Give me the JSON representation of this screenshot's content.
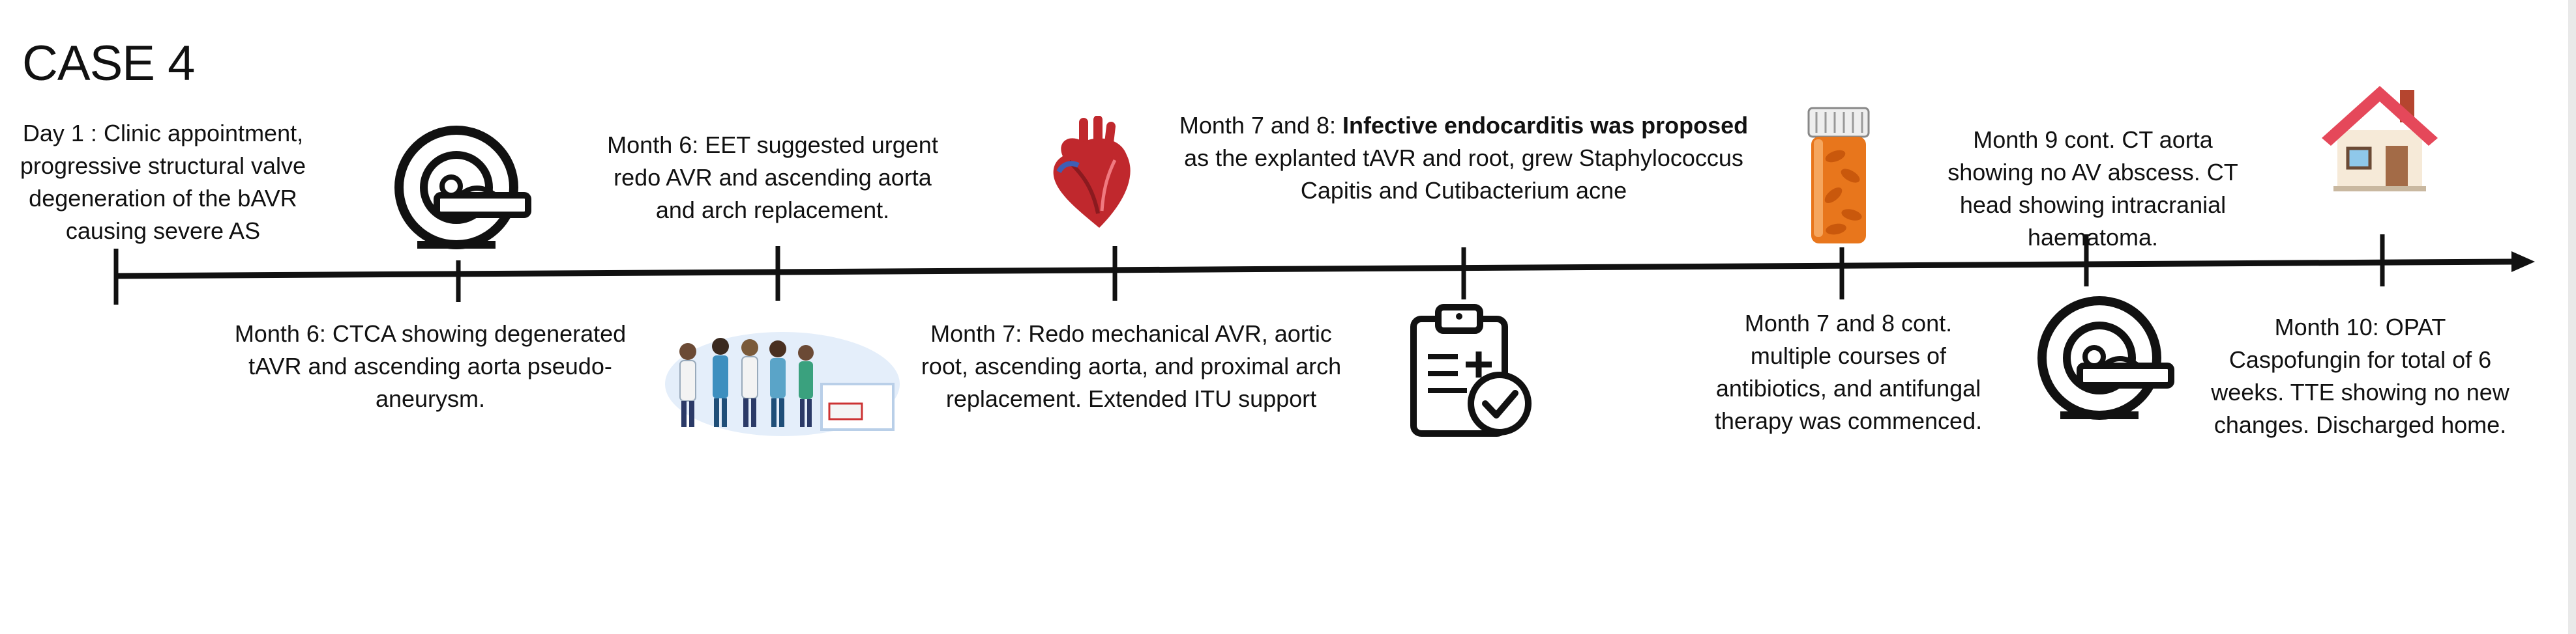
{
  "title": "CASE 4",
  "events": {
    "e1": [
      "Day 1 : Clinic appointment,",
      "progressive structural valve",
      "degeneration of the bAVR",
      "causing severe AS"
    ],
    "e2": [
      "Month 6: CTCA showing degenerated",
      "tAVR and ascending aorta  pseudo-",
      "aneurysm."
    ],
    "e3": [
      "Month 6: EET suggested urgent",
      "redo AVR and ascending aorta",
      "and arch replacement."
    ],
    "e4": [
      "Month 7: Redo mechanical AVR, aortic",
      "root, ascending aorta, and proximal arch",
      "replacement. Extended ITU support"
    ],
    "e5": {
      "lead": "Month 7 and 8: ",
      "bold": "Infective endocarditis was proposed",
      "rest": [
        "as the explanted tAVR and root, grew Staphylococcus",
        "Capitis and Cutibacterium acne"
      ]
    },
    "e6": [
      "Month 7 and 8 cont.",
      "multiple courses of",
      "antibiotics, and antifungal",
      "therapy was commenced."
    ],
    "e7": [
      "Month 9 cont. CT aorta",
      "showing no AV abscess. CT",
      "head showing intracranial",
      "haematoma."
    ],
    "e8": [
      "Month 10: OPAT",
      "Caspofungin for total of 6",
      "weeks. TTE showing no new",
      "changes. Discharged home."
    ]
  },
  "icons": [
    "ct-scanner-icon",
    "medical-team-icon",
    "heart-icon",
    "clipboard-check-icon",
    "pill-bottle-icon",
    "ct-scanner-icon",
    "house-icon"
  ],
  "colors": {
    "line": "#111111",
    "heart": "#c0282d",
    "pill": "#e8761c",
    "roof": "#e5485a",
    "team_bg": "#e4eefa"
  }
}
